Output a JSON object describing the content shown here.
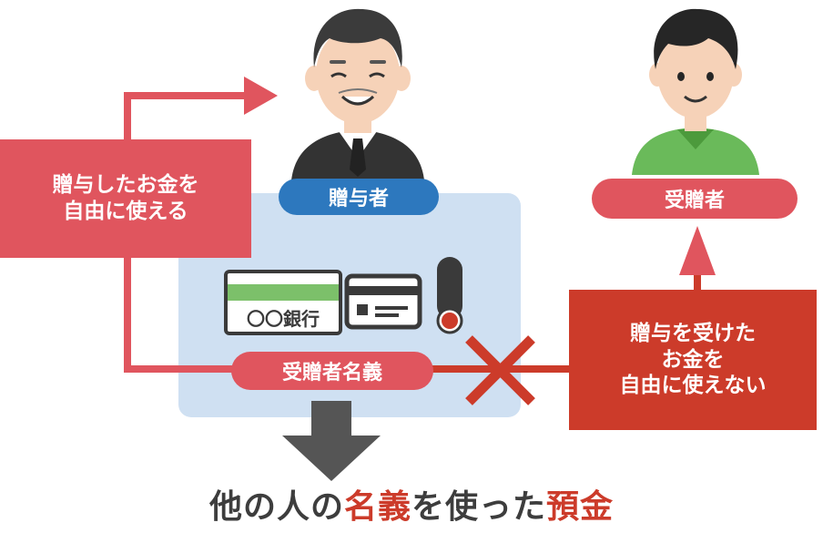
{
  "labels": {
    "giver": "贈与者",
    "receiver": "受贈者",
    "account_name": "受贈者名義",
    "bank_book": "〇〇銀行"
  },
  "notes": {
    "giver_line1": "贈与したお金を",
    "giver_line2": "自由に使える",
    "receiver_line1": "贈与を受けた",
    "receiver_line2": "お金を",
    "receiver_line3": "自由に使えない"
  },
  "caption": {
    "part1": "他の人の",
    "part2": "名義",
    "part3": "を使った",
    "part4": "預金"
  },
  "colors": {
    "pink": "#e0555e",
    "red": "#cc3b2a",
    "blue": "#2d78be",
    "panel": "#cfe0f2",
    "green": "#6aba5a",
    "arrow": "#555555"
  },
  "icons": [
    "grandfather-icon",
    "young-man-icon",
    "bankbook-icon",
    "cash-card-icon",
    "seal-stamp-icon",
    "cross-icon"
  ]
}
